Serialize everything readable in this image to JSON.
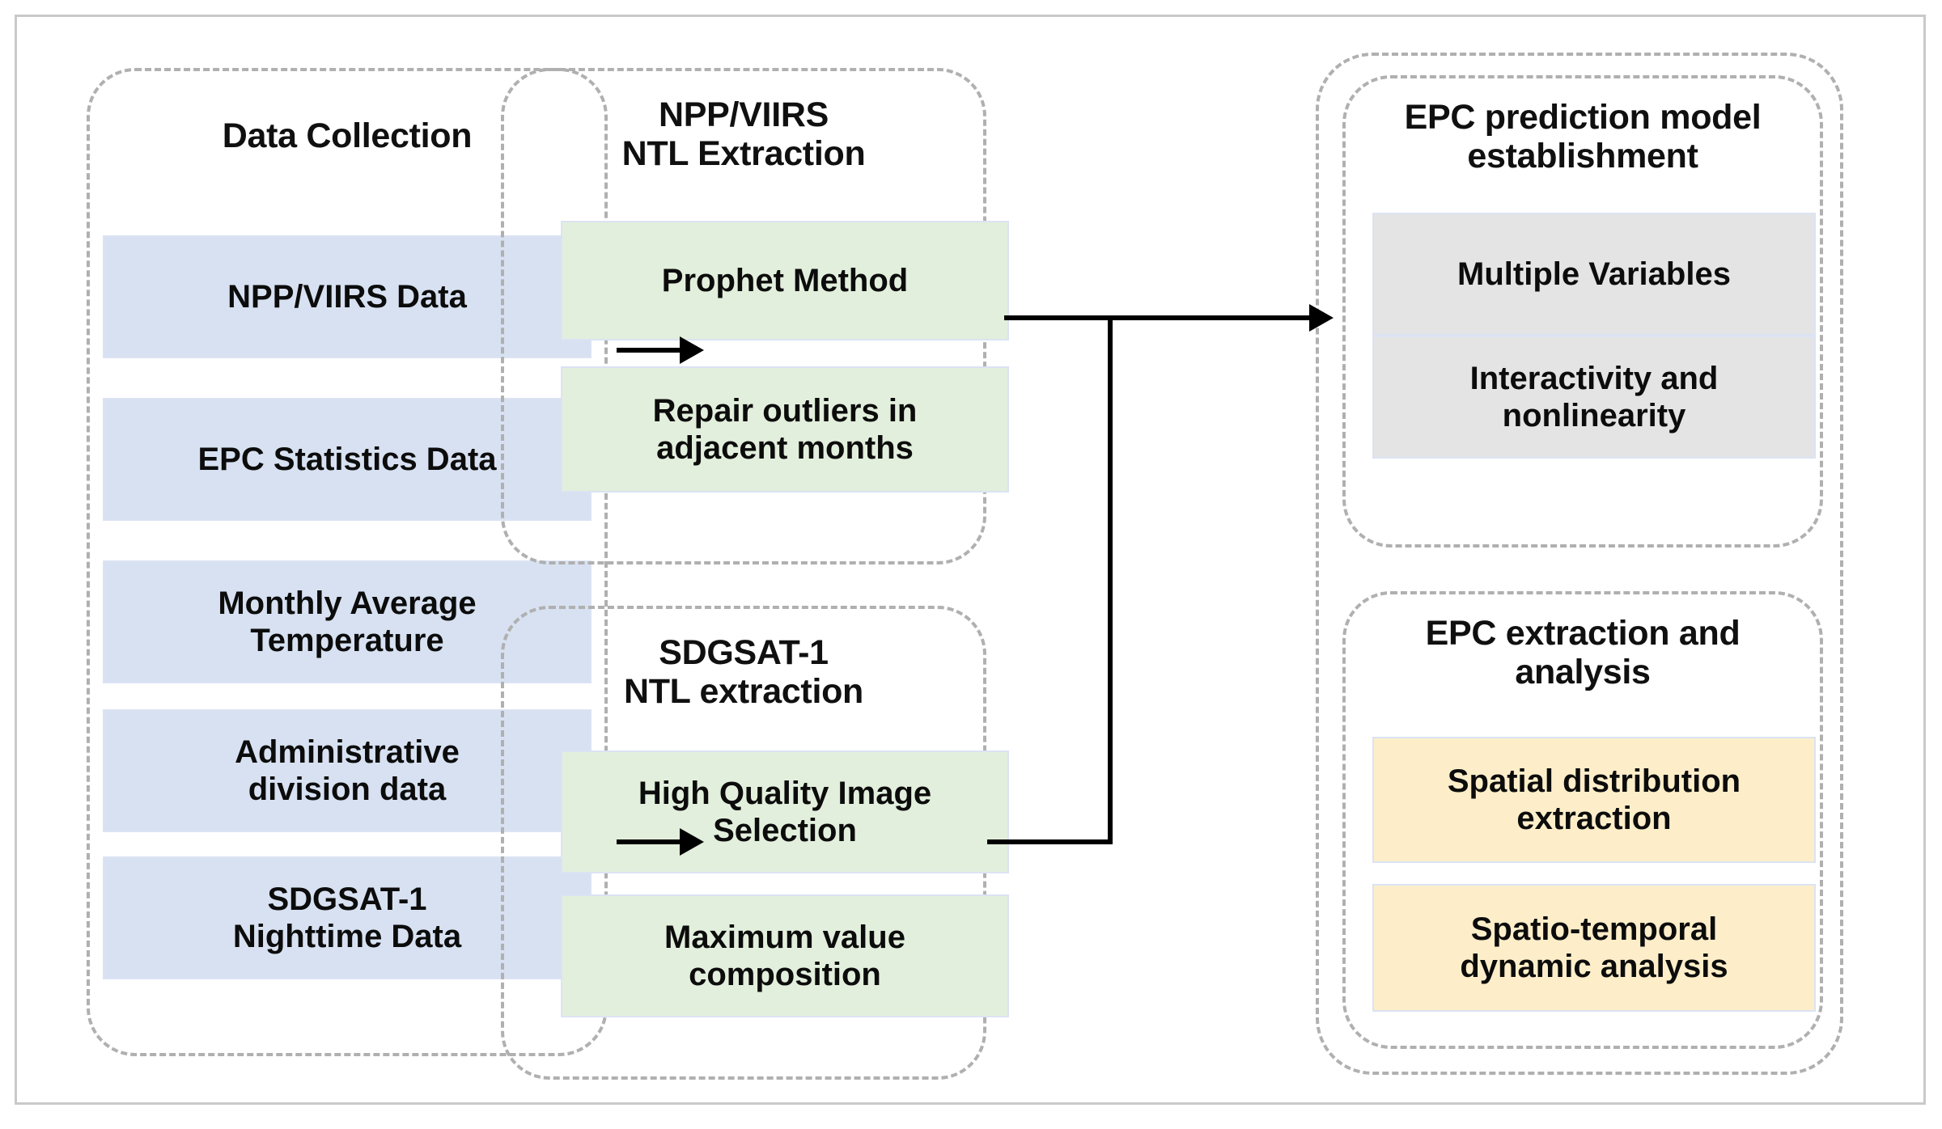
{
  "figure": {
    "type": "flowchart",
    "title": "",
    "palette": {
      "blue": "#d7e1f1",
      "green": "#e2efdc",
      "gray": "#e4e4e4",
      "yellow": "#fdeec9",
      "dashed_border": "#b0b0b0",
      "chip_border": "#dbe3f3",
      "frame_border": "#c9c9c9",
      "arrow": "#000000"
    }
  },
  "groups": {
    "data_collection": {
      "title": "Data Collection",
      "items": [
        {
          "label": "NPP/VIIRS Data",
          "color": "blue"
        },
        {
          "label": "EPC Statistics Data",
          "color": "blue"
        },
        {
          "label": "Monthly Average\nTemperature",
          "color": "blue"
        },
        {
          "label": "Administrative\ndivision data",
          "color": "blue"
        },
        {
          "label": "SDGSAT-1\nNighttime Data",
          "color": "blue"
        }
      ]
    },
    "npp_viirs_ntl": {
      "title": "NPP/VIIRS\nNTL Extraction",
      "items": [
        {
          "label": "Prophet Method",
          "color": "green"
        },
        {
          "label": "Repair outliers in\nadjacent months",
          "color": "green"
        }
      ]
    },
    "sdgsat_ntl": {
      "title": "SDGSAT-1\nNTL extraction",
      "items": [
        {
          "label": "High Quality Image\nSelection",
          "color": "green"
        },
        {
          "label": "Maximum value\ncomposition",
          "color": "green"
        }
      ]
    },
    "epc_prediction": {
      "title": "EPC prediction model\nestablishment",
      "items": [
        {
          "label": "Multiple Variables",
          "color": "gray"
        },
        {
          "label": "Interactivity and\nnonlinearity",
          "color": "gray"
        }
      ]
    },
    "epc_extraction": {
      "title": "EPC extraction and\nanalysis",
      "items": [
        {
          "label": "Spatial distribution\nextraction",
          "color": "yellow"
        },
        {
          "label": "Spatio-temporal\ndynamic analysis",
          "color": "yellow"
        }
      ]
    }
  },
  "connectors": [
    {
      "name": "data-collection-to-npp-viirs",
      "kind": "arrow-right"
    },
    {
      "name": "data-collection-to-sdgsat",
      "kind": "arrow-right"
    },
    {
      "name": "ntl-extraction-to-epc-prediction",
      "kind": "bracket-arrow-right"
    }
  ]
}
